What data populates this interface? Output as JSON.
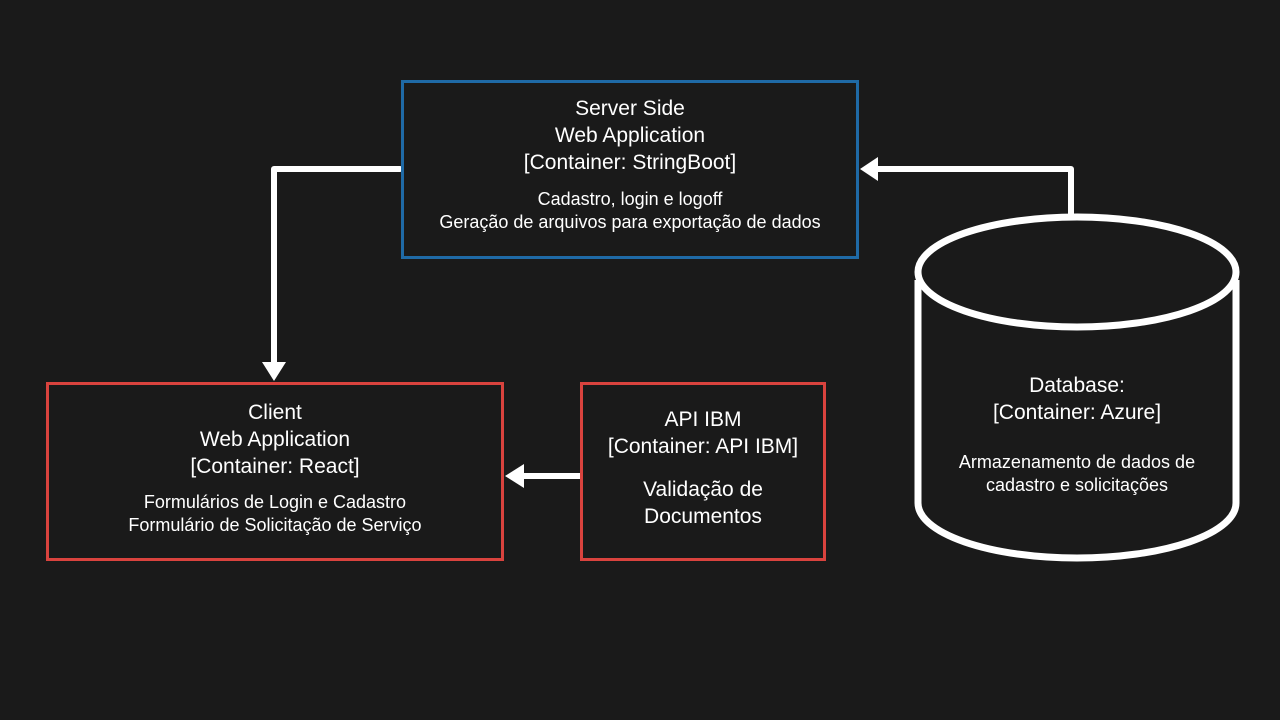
{
  "colors": {
    "background": "#1a1a1a",
    "server_border": "#1f6aa6",
    "client_border": "#d9433e",
    "api_border": "#d9433e",
    "database_stroke": "#ffffff",
    "arrow": "#ffffff",
    "text": "#ffffff"
  },
  "server": {
    "title": [
      "Server Side",
      "Web Application",
      "[Container: StringBoot]"
    ],
    "description": [
      "Cadastro, login e logoff",
      "Geração de arquivos para exportação de dados"
    ]
  },
  "client": {
    "title": [
      "Client",
      "Web Application",
      "[Container: React]"
    ],
    "description": [
      "Formulários de Login e Cadastro",
      "Formulário de Solicitação de Serviço"
    ]
  },
  "api": {
    "title": [
      "API IBM",
      "[Container: API IBM]"
    ],
    "description": [
      "Validação de",
      "Documentos"
    ]
  },
  "database": {
    "title": [
      "Database:",
      "[Container: Azure]"
    ],
    "description": [
      "Armazenamento de dados de",
      "cadastro e solicitações"
    ]
  },
  "connectors": [
    {
      "from": "server",
      "to": "client"
    },
    {
      "from": "api",
      "to": "client"
    },
    {
      "from": "database",
      "to": "server"
    }
  ]
}
